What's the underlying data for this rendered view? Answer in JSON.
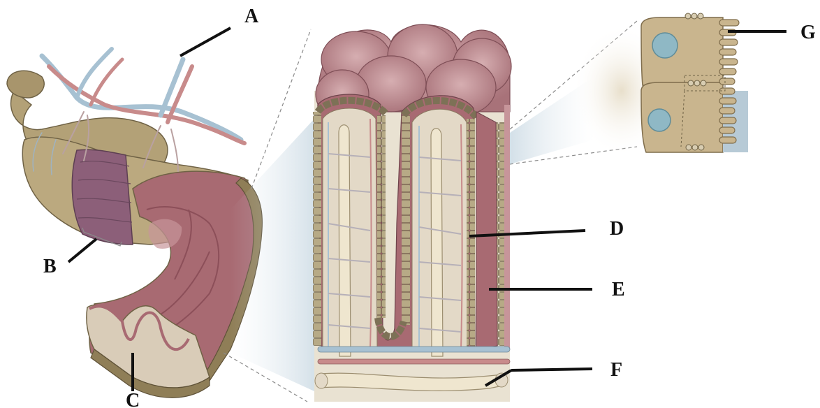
{
  "labels": {
    "a": "A",
    "b": "B",
    "c": "C",
    "d": "D",
    "e": "E",
    "f": "F",
    "g": "G"
  },
  "colors": {
    "tube_outer": "#b9a77e",
    "tube_dark": "#8f7e57",
    "mucosa": "#a86a72",
    "mucosa_light": "#c7959a",
    "villus_fill": "#d9ccb8",
    "cell_bead": "#b7aa86",
    "artery": "#c88b8b",
    "vein": "#a7c1d2",
    "lacteal": "#efe6cf",
    "cell_body": "#c9b58e",
    "nucleus": "#8fb8c5",
    "zoom_shade": "#c8d7e0",
    "leader_line": "#111111"
  }
}
